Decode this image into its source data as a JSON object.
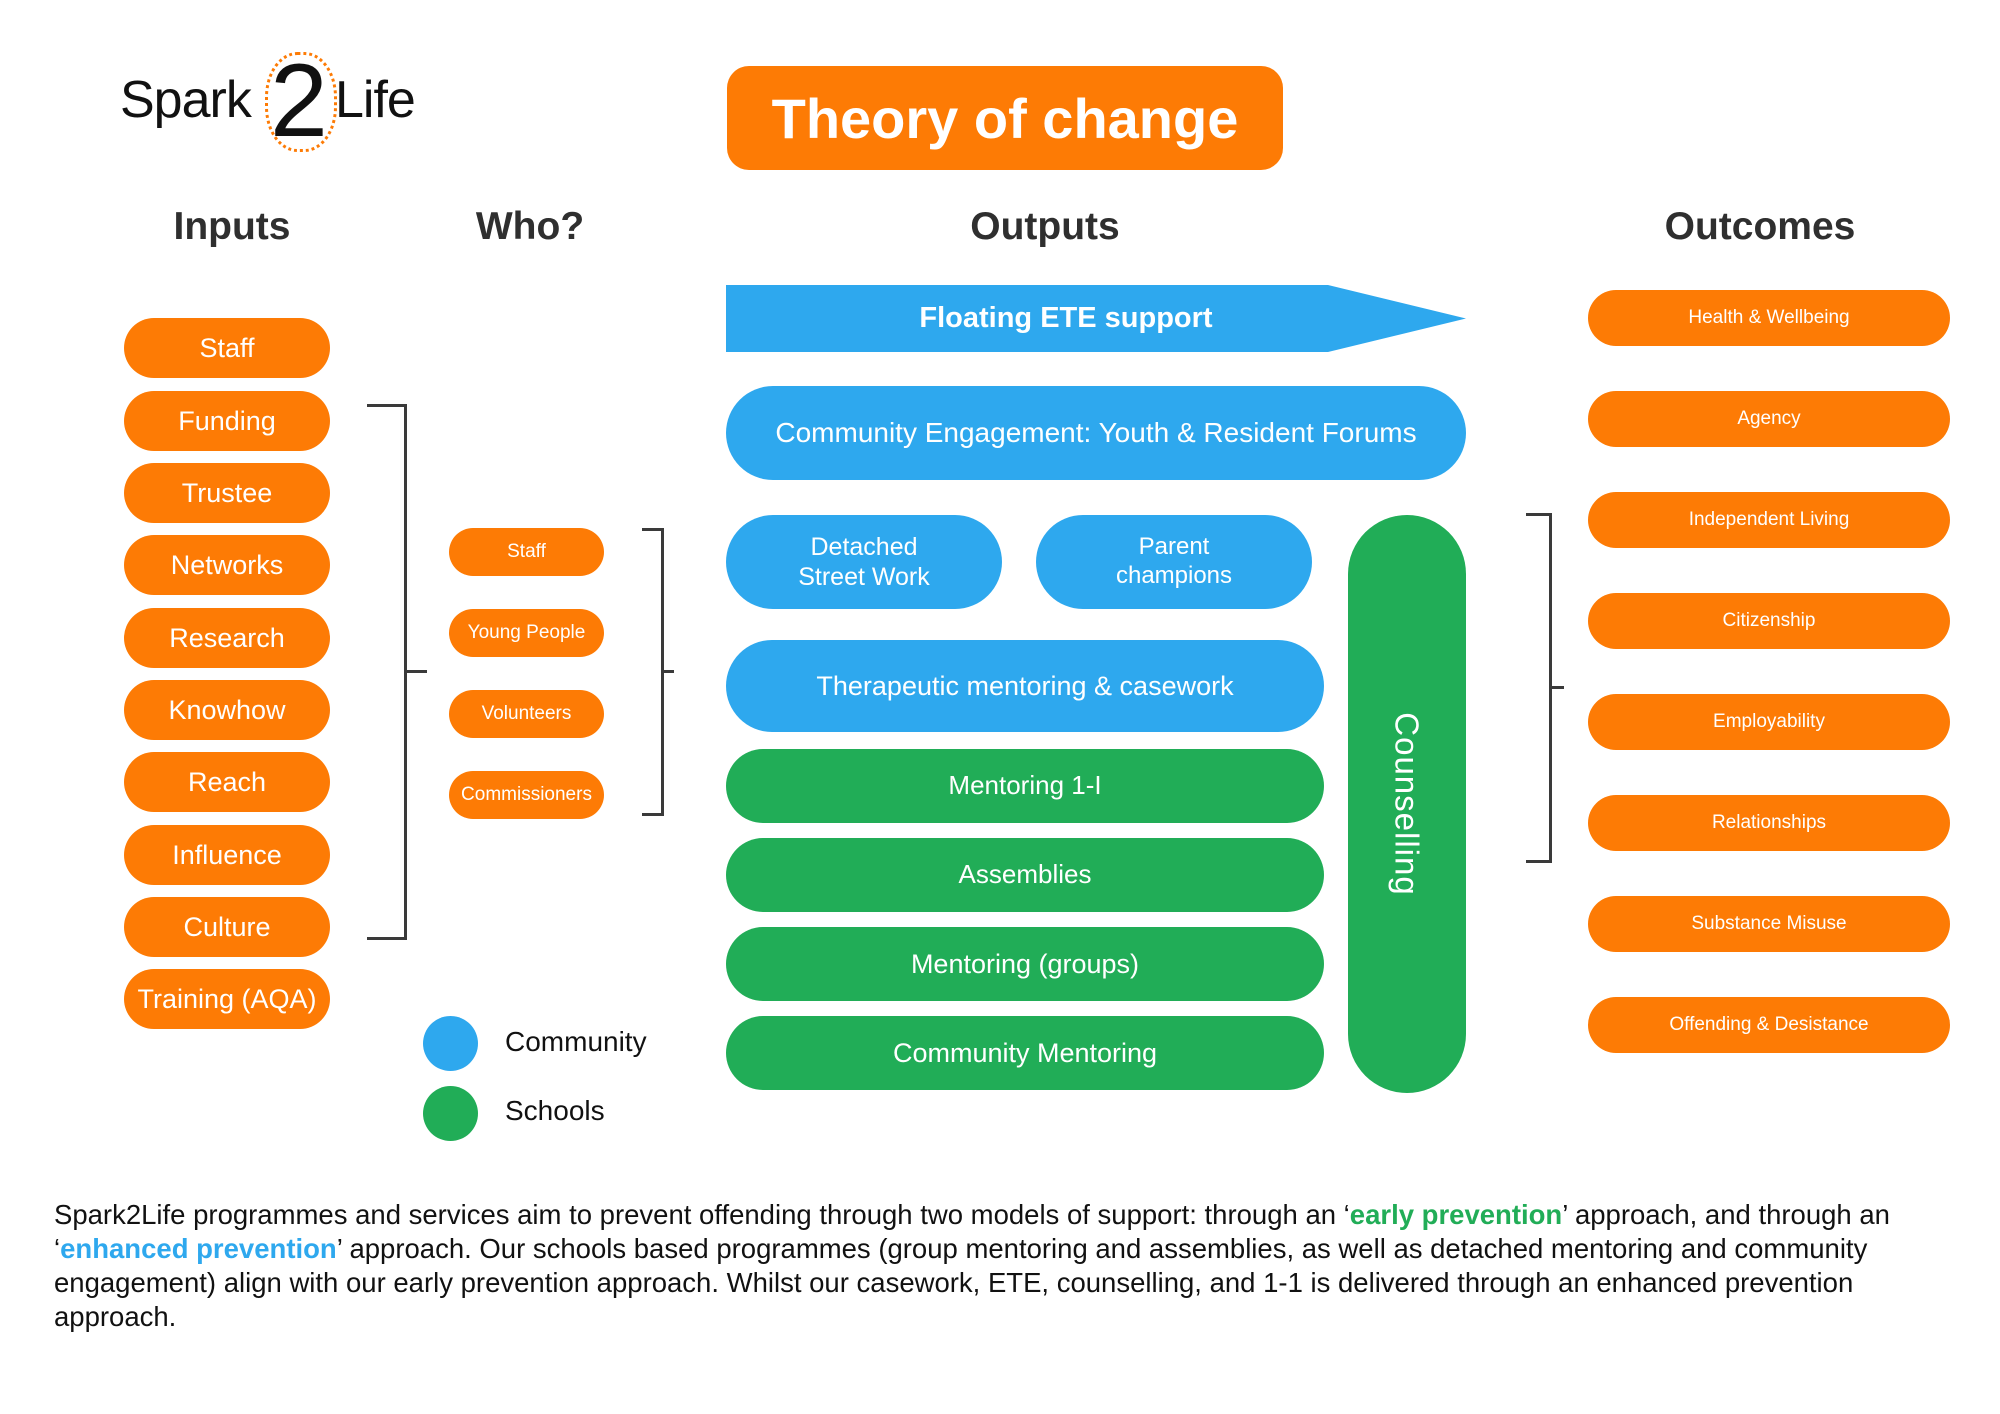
{
  "logo": {
    "left_text": "Spark",
    "number": "2",
    "right_text": "Life"
  },
  "title": "Theory of change",
  "headers": {
    "inputs": "Inputs",
    "who": "Who?",
    "outputs": "Outputs",
    "outcomes": "Outcomes"
  },
  "inputs": [
    "Staff",
    "Funding",
    "Trustee",
    "Networks",
    "Research",
    "Knowhow",
    "Reach",
    "Influence",
    "Culture",
    "Training (AQA)"
  ],
  "who": [
    "Staff",
    "Young People",
    "Volunteers",
    "Commissioners"
  ],
  "outputs": {
    "floating": "Floating ETE support",
    "community_engagement": "Community Engagement: Youth & Resident Forums",
    "detached_line1": "Detached",
    "detached_line2": "Street Work",
    "parent_line1": "Parent",
    "parent_line2": "champions",
    "therapeutic": "Therapeutic mentoring & casework",
    "mentoring_1to1": "Mentoring 1-I",
    "assemblies": "Assemblies",
    "mentoring_groups": "Mentoring (groups)",
    "community_mentoring": "Community Mentoring",
    "counselling": "Counselling"
  },
  "outcomes": [
    "Health & Wellbeing",
    "Agency",
    "Independent Living",
    "Citizenship",
    "Employability",
    "Relationships",
    "Substance Misuse",
    "Offending & Desistance"
  ],
  "legend": [
    {
      "label": "Community",
      "color": "#2ea8ee"
    },
    {
      "label": "Schools",
      "color": "#21ad57"
    }
  ],
  "colors": {
    "orange": "#fd7b05",
    "blue": "#2ea8ee",
    "green": "#21ad57"
  },
  "paragraph": {
    "part1": "Spark2Life programmes and services aim to prevent offending through two models of support: through an ‘",
    "early": "early prevention",
    "part2": "’ approach, and through an ‘",
    "enhanced": "enhanced prevention",
    "part3": "’ approach. Our schools based programmes (group mentoring and assemblies, as well as detached mentoring and community engagement) align with our early prevention approach. Whilst our casework, ETE, counselling, and 1-1 is delivered through an enhanced prevention approach."
  }
}
